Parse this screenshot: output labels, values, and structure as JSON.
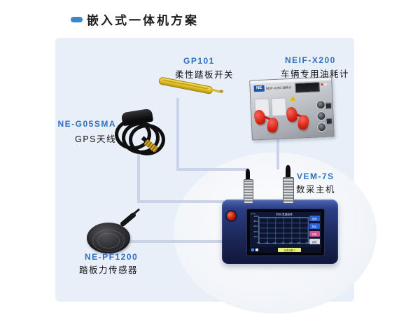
{
  "header": {
    "title": "嵌入式一体机方案"
  },
  "components": {
    "gp101": {
      "model": "GP101",
      "name": "柔性踏板开关"
    },
    "neifx200": {
      "model": "NEIF-X200",
      "name": "车辆专用油耗计",
      "logo": "NE",
      "logo_caption": "NEIF-X200 油耗计"
    },
    "neg05sma": {
      "model": "NE-G05SMA",
      "name": "GPS天线"
    },
    "nepf1200": {
      "model": "NE-PF1200",
      "name": "踏板力传感器"
    },
    "vem7s": {
      "model": "VEM-7S",
      "name": "数采主机",
      "screen": {
        "title": "时间-流量曲线",
        "unit": "(L/s)",
        "y_ticks": [
          "100.0",
          "80.0",
          "60.0",
          "40.0",
          "20.0"
        ],
        "x_ticks": [
          "0.0",
          "1.0",
          "2.0",
          "3.0",
          "4.0",
          "5.0",
          "6.0"
        ],
        "buttons": [
          {
            "label": "查询",
            "color": "#2e63d6"
          },
          {
            "label": "标定",
            "color": "#2e63d6"
          },
          {
            "label": "记录",
            "color": "#d8508f"
          },
          {
            "label": "返回",
            "color": "#d8dde8"
          }
        ],
        "status": "记录点数 0"
      }
    }
  },
  "colors": {
    "label_blue": "#2e6fc0",
    "panel_bg": "#e9eff8",
    "connection_line": "#c9d3ea",
    "unit_body_blue": "#1b2757",
    "cap_red": "#d92718",
    "strip_yellow": "#e2c32e",
    "bullet_blue": "#3c85c6"
  }
}
